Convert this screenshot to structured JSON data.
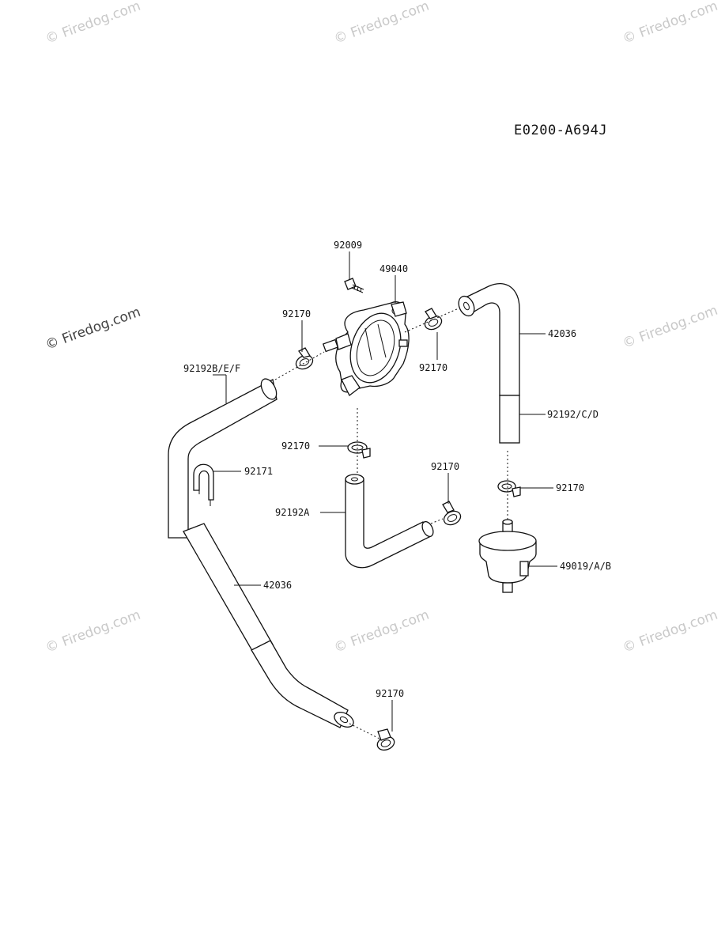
{
  "diagram_code": "E0200-A694J",
  "watermarks": {
    "main": "© Firedog.com",
    "faint": "© Firedog.com"
  },
  "labels": {
    "screw": "92009",
    "fuel_pump": "49040",
    "clamp_left_top": "92170",
    "clamp_right_top": "92170",
    "hose_left": "92192B/E/F",
    "hose_right_upper": "42036",
    "hose_right_lower": "92192/C/D",
    "clamp_center": "92170",
    "clip": "92171",
    "clamp_mid_right": "92170",
    "clamp_filter_top": "92170",
    "hose_center": "92192A",
    "fuel_filter": "49019/A/B",
    "hose_left_lower": "42036",
    "clamp_bottom": "92170"
  },
  "colors": {
    "line": "#111111",
    "watermark": "#c9c9c9"
  }
}
